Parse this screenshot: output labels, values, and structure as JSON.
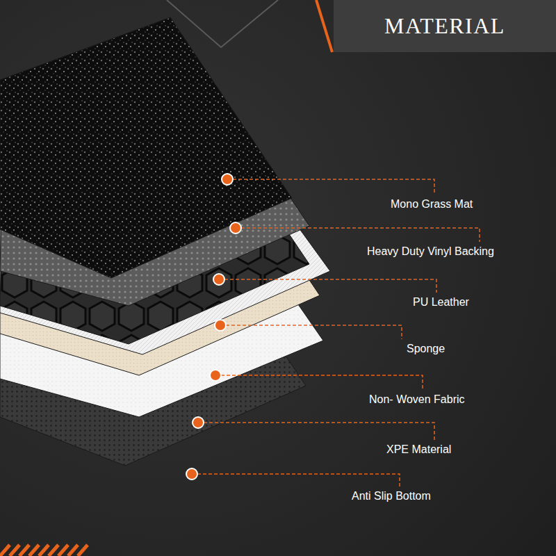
{
  "diagram": {
    "title": "MATERIAL",
    "labels": [
      "Mono Grass Mat",
      "Heavy Duty Vinyl Backing",
      "PU Leather",
      "Sponge",
      "Non- Woven Fabric",
      "XPE Material",
      "Anti Slip Bottom"
    ]
  }
}
